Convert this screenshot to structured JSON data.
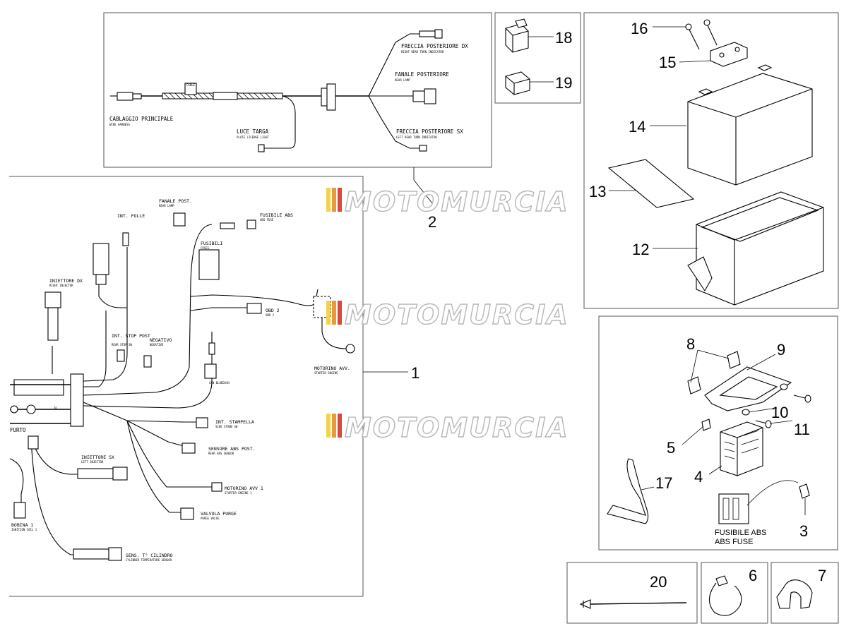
{
  "watermark": {
    "text": "MOTOMURCIA",
    "stripe_colors": [
      "#f2d34a",
      "#e89a3a",
      "#d94a3a"
    ]
  },
  "rear_harness": {
    "main_label": "CABLAGGIO PRINCIPALE",
    "main_sub": "WIRE HARNESS",
    "plate_label": "LUCE TARGA",
    "plate_sub": "PLATE LICENSE LIGHT",
    "right_turn_label": "FRECCIA POSTERIORE DX",
    "right_turn_sub": "RIGHT REAR TURN INDICATOR",
    "rear_lamp_label": "FANALE POSTERIORE",
    "rear_lamp_sub": "REAR LAMP",
    "left_turn_label": "FRECCIA POSTERIORE SX",
    "left_turn_sub": "LEFT REAR TURN INDICATOR",
    "tag": "CABLE"
  },
  "main_harness": {
    "fanale_post": "FANALE POST.",
    "fanale_post_sub": "REAR LAMP",
    "fusibile_abs": "FUSIBILE ABS",
    "fusibile_abs_sub": "ABS FUSE",
    "int_folle": "INT. FOLLE",
    "fusibili": "FUSIBILI",
    "fusibili_sub": "FUSES",
    "iniettore_dx": "INIETTORE DX",
    "iniettore_dx_sub": "RIGHT INJECTOR",
    "obd2": "OBD 2",
    "obd2_sub": "OBD 2",
    "int_stop": "INT. STOP POST",
    "int_stop_sub": "REAR STOP SW",
    "negativo": "NEGATIVO",
    "negativo_sub": "NEGATIVE",
    "can_bluedash": "CAN BLUEDASH",
    "can_bluedash_sub": "CAN BLUEDASH",
    "motorino": "MOTORINO AVV.",
    "motorino_sub": "STARTER ENGINE",
    "int_stampella": "INT. STAMPELLA",
    "int_stampella_sub": "SIDE STAND SW",
    "sensore_abs": "SENSORE ABS POST.",
    "sensore_abs_sub": "REAR ABS SENSOR",
    "iniettore_sx": "INIETTORE SX",
    "iniettore_sx_sub": "LEFT INJECTOR",
    "motorino_1": "MOTORINO AVV 1",
    "motorino_1_sub": "STARTER ENGINE 1",
    "valvola": "VALVOLA PURGE",
    "valvola_sub": "PURGE VALVE",
    "furto": "FURTO",
    "bobina": "BOBINA 1",
    "bobina_sub": "IGNITION COIL 1",
    "sens_t": "SENS. T° CILINDRO",
    "sens_t_sub": "CYLINDER TEMPERATURE SENSOR",
    "code_a": "76"
  },
  "callouts": {
    "n1": "1",
    "n2": "2",
    "n3": "3",
    "n4": "4",
    "n5": "5",
    "n6": "6",
    "n7": "7",
    "n8": "8",
    "n9": "9",
    "n10": "10",
    "n11": "11",
    "n12": "12",
    "n13": "13",
    "n14": "14",
    "n15": "15",
    "n16": "16",
    "n17": "17",
    "n18": "18",
    "n19": "19",
    "n20": "20"
  },
  "fuse_box": {
    "label": "FUSIBILE ABS",
    "sub": "ABS FUSE"
  }
}
